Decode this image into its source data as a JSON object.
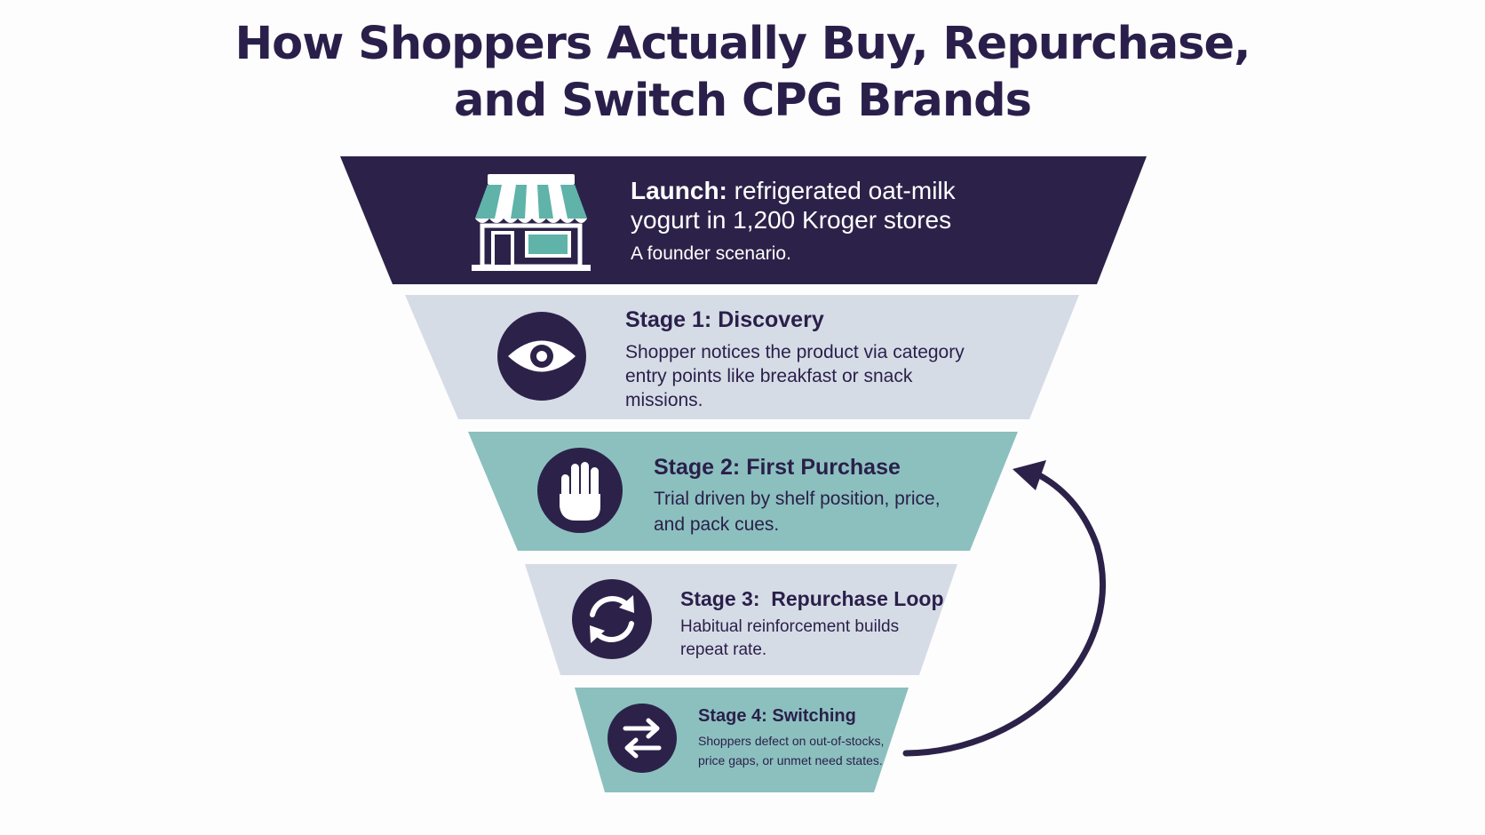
{
  "title": {
    "line1": "How Shoppers Actually Buy, Repurchase,",
    "line2": "and Switch CPG Brands"
  },
  "launch": {
    "label": "Launch:",
    "text": "refrigerated oat-milk yogurt in 1,200 Kroger stores",
    "subtext": "A founder scenario.",
    "icon": "storefront-icon"
  },
  "stages": [
    {
      "title": "Stage 1: Discovery",
      "description": "Shopper notices the product via category entry points like breakfast or snack missions.",
      "icon": "eye-icon"
    },
    {
      "title": "Stage 2: First Purchase",
      "description": "Trial driven by shelf position, price, and pack cues.",
      "icon": "hand-icon"
    },
    {
      "title": "Stage 3:  Repurchase Loop",
      "description": "Habitual reinforcement builds repeat rate.",
      "icon": "refresh-icon"
    },
    {
      "title": "Stage 4: Switching",
      "description": "Shoppers defect on out-of-stocks, price gaps, or unmet need states.",
      "icon": "switch-arrows-icon"
    }
  ],
  "colors": {
    "dark_purple": "#2c2249",
    "light_gray_blue": "#d6dce6",
    "teal": "#8cc0bf",
    "icon_teal": "#5fb3a9"
  }
}
